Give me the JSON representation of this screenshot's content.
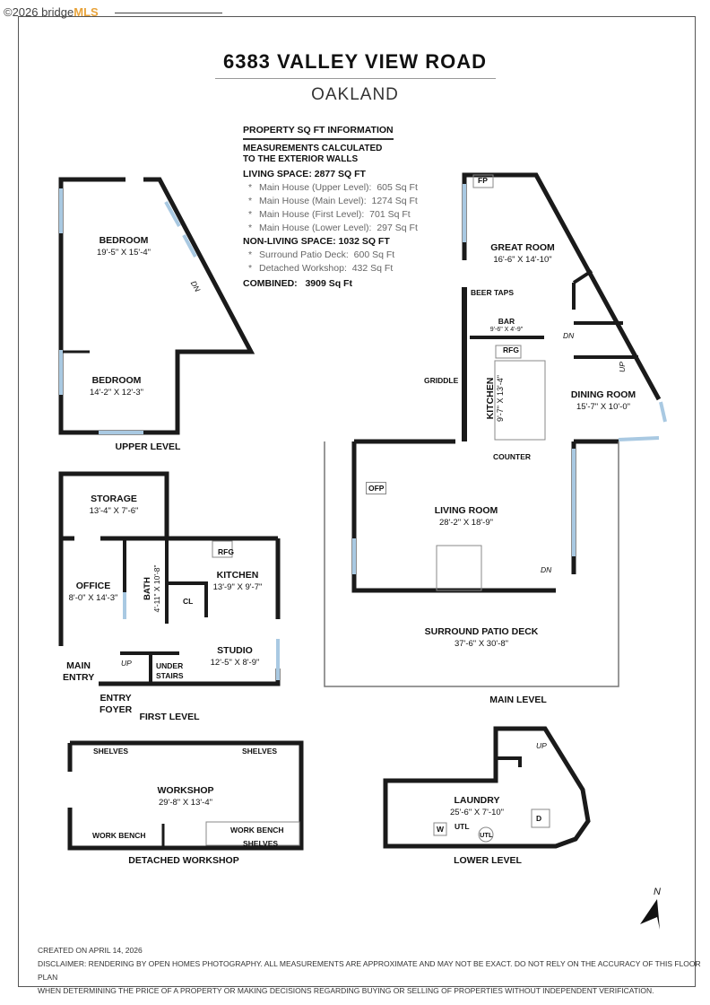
{
  "watermark": {
    "copyright": "©2026 bridge",
    "brand": "MLS"
  },
  "header": {
    "title": "6383 VALLEY VIEW ROAD",
    "city": "OAKLAND"
  },
  "sqft_info": {
    "heading": "PROPERTY SQ FT INFORMATION",
    "note_line1": "MEASUREMENTS CALCULATED",
    "note_line2": "TO THE EXTERIOR WALLS",
    "living_heading": "LIVING SPACE: 2877 SQ FT",
    "living_items": [
      {
        "label": "Main House (Upper Level):",
        "value": "605 Sq Ft"
      },
      {
        "label": "Main House (Main Level):",
        "value": "1274 Sq Ft"
      },
      {
        "label": "Main House (First Level):",
        "value": "701 Sq Ft"
      },
      {
        "label": "Main House (Lower Level):",
        "value": "297 Sq Ft"
      }
    ],
    "nonliving_heading": "NON-LIVING SPACE: 1032 SQ FT",
    "nonliving_items": [
      {
        "label": "Surround Patio Deck:",
        "value": "600 Sq Ft"
      },
      {
        "label": "Detached Workshop:",
        "value": "432 Sq Ft"
      }
    ],
    "combined_label": "COMBINED:",
    "combined_value": "3909  Sq Ft"
  },
  "upper_level": {
    "label": "UPPER LEVEL",
    "rooms": [
      {
        "name": "BEDROOM",
        "dims": "19'-5\" X 15'-4\""
      },
      {
        "name": "BEDROOM",
        "dims": "14'-2\" X 12'-3\""
      }
    ],
    "stairs": "DN"
  },
  "main_level": {
    "label": "MAIN LEVEL",
    "rooms": [
      {
        "name": "GREAT ROOM",
        "dims": "16'-6\" X 14'-10\""
      },
      {
        "name": "BAR",
        "dims": "9'-6\" X 4'-9\""
      },
      {
        "name": "KITCHEN",
        "dims": "9'-7\" X 13'-4\""
      },
      {
        "name": "DINING ROOM",
        "dims": "15'-7\" X 10'-0\""
      },
      {
        "name": "LIVING ROOM",
        "dims": "28'-2\" X 18'-9\""
      },
      {
        "name": "SURROUND PATIO DECK",
        "dims": "37'-6\" X 30'-8\""
      }
    ],
    "fixtures": {
      "fp": "FP",
      "beer_taps": "BEER TAPS",
      "rfg": "RFG",
      "griddle": "GRIDDLE",
      "counter": "COUNTER",
      "ofp": "OFP",
      "dn1": "DN",
      "dn2": "DN",
      "up": "UP"
    }
  },
  "first_level": {
    "label": "FIRST LEVEL",
    "rooms": [
      {
        "name": "STORAGE",
        "dims": "13'-4\" X 7'-6\""
      },
      {
        "name": "OFFICE",
        "dims": "8'-0\" X 14'-3\""
      },
      {
        "name": "BATH",
        "dims": "4'-11\" X 10'-8\""
      },
      {
        "name": "KITCHEN",
        "dims": "13'-9\" X 9'-7\""
      },
      {
        "name": "STUDIO",
        "dims": "12'-5\" X 8'-9\""
      }
    ],
    "fixtures": {
      "rfg": "RFG",
      "cl": "CL",
      "up": "UP",
      "under_stairs_1": "UNDER",
      "under_stairs_2": "STAIRS",
      "main_entry_1": "MAIN",
      "main_entry_2": "ENTRY",
      "foyer_1": "ENTRY",
      "foyer_2": "FOYER"
    }
  },
  "workshop": {
    "label": "DETACHED WORKSHOP",
    "room": {
      "name": "WORKSHOP",
      "dims": "29'-8\" X 13'-4\""
    },
    "fixtures": {
      "shelves_1": "SHELVES",
      "shelves_2": "SHELVES",
      "shelves_3": "SHELVES",
      "bench_1": "WORK BENCH",
      "bench_2": "WORK BENCH"
    }
  },
  "lower_level": {
    "label": "LOWER LEVEL",
    "room": {
      "name": "LAUNDRY",
      "dims": "25'-6\" X 7'-10\""
    },
    "fixtures": {
      "w": "W",
      "utl1": "UTL",
      "utl2": "UTL",
      "d": "D",
      "up": "UP"
    }
  },
  "compass": "N",
  "footer": {
    "created": "CREATED ON APRIL 14, 2026",
    "disclaimer_1": "DISCLAIMER: RENDERING BY OPEN HOMES PHOTOGRAPHY. ALL MEASUREMENTS ARE APPROXIMATE AND MAY NOT BE EXACT. DO NOT RELY ON THE ACCURACY OF THIS FLOOR PLAN",
    "disclaimer_2": "WHEN DETERMINING THE PRICE OF A PROPERTY OR MAKING DECISIONS REGARDING BUYING OR SELLING OF PROPERTIES WITHOUT INDEPENDENT VERIFICATION."
  },
  "colors": {
    "wall": "#1a1a1a",
    "window": "#a9c9e2",
    "brand": "#e8a33a"
  }
}
